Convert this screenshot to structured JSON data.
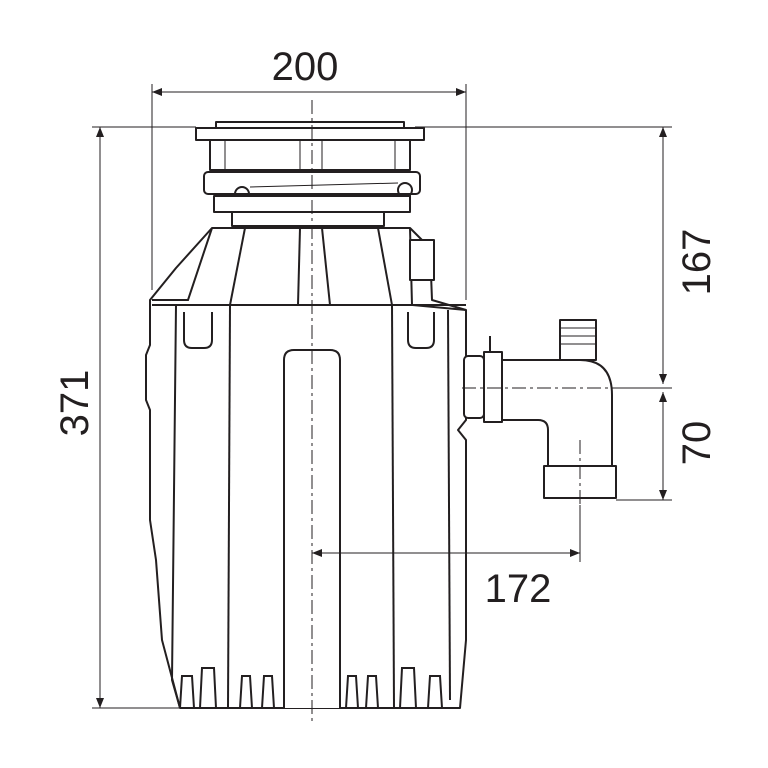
{
  "title": "Food waste disposer dimensional drawing",
  "dimensions": {
    "width": "200",
    "height_total": "371",
    "height_to_outlet": "167",
    "outlet_drop": "70",
    "outlet_offset": "172"
  },
  "colors": {
    "line": "#231f20",
    "background": "#ffffff"
  }
}
